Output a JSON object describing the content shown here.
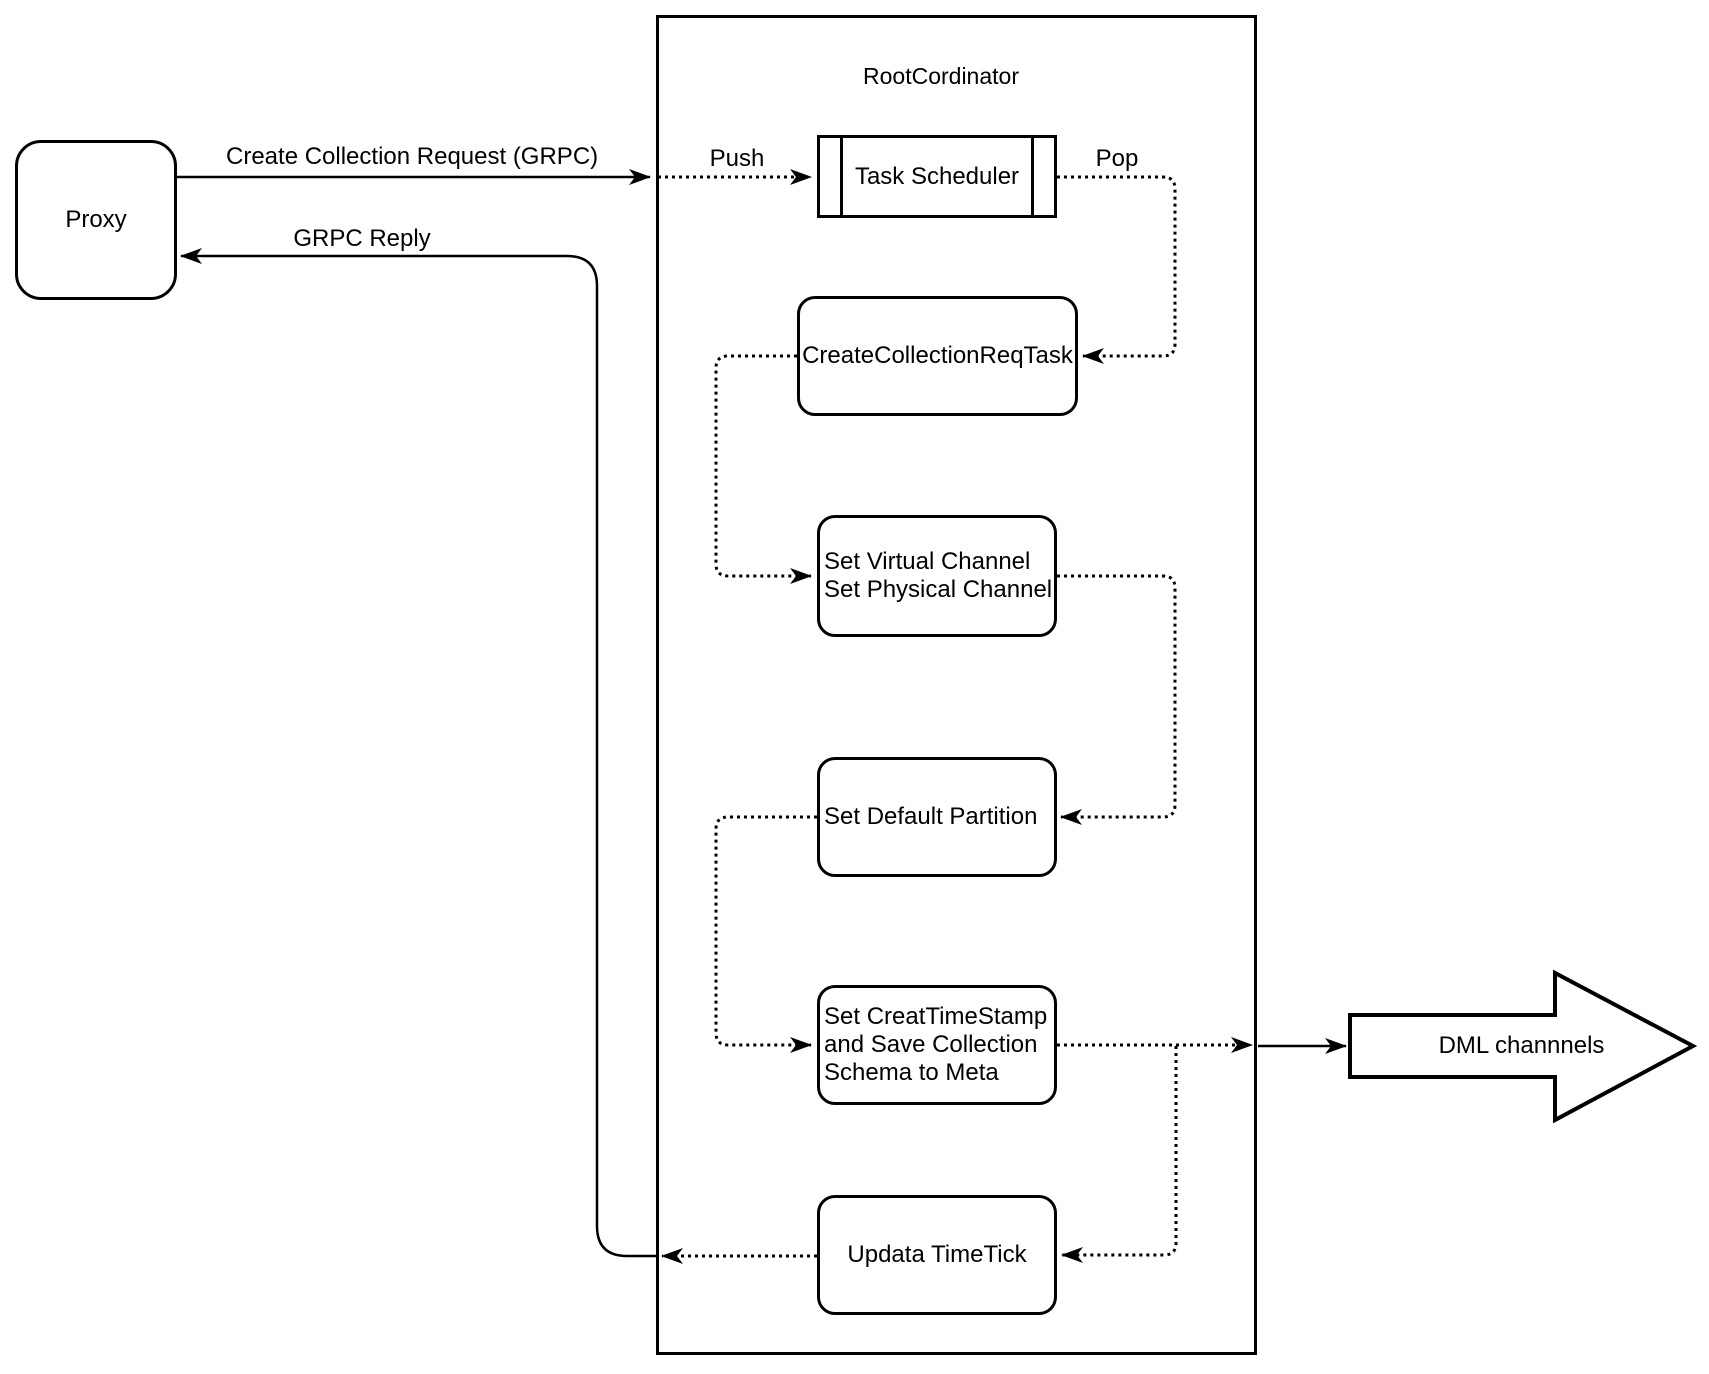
{
  "nodes": {
    "proxy": {
      "label": "Proxy"
    },
    "root_coordinator": {
      "title": "RootCordinator"
    },
    "task_scheduler": {
      "label": "Task Scheduler"
    },
    "create_collection_req_task": {
      "label": "CreateCollectionReqTask"
    },
    "set_channels": {
      "label": "Set Virtual Channel\nSet Physical Channel"
    },
    "set_default_partition": {
      "label": "Set Default Partition"
    },
    "set_creat_timestamp": {
      "label": "Set CreatTimeStamp\nand Save Collection\nSchema to Meta"
    },
    "updata_timetick": {
      "label": "Updata TimeTick"
    },
    "dml_channels": {
      "label": "DML channnels"
    }
  },
  "edges": {
    "create_collection_request": {
      "label": "Create Collection Request (GRPC)"
    },
    "grpc_reply": {
      "label": "GRPC Reply"
    },
    "push": {
      "label": "Push"
    },
    "pop": {
      "label": "Pop"
    }
  },
  "colors": {
    "stroke": "#000000",
    "fill": "#ffffff",
    "background": "#ffffff"
  }
}
